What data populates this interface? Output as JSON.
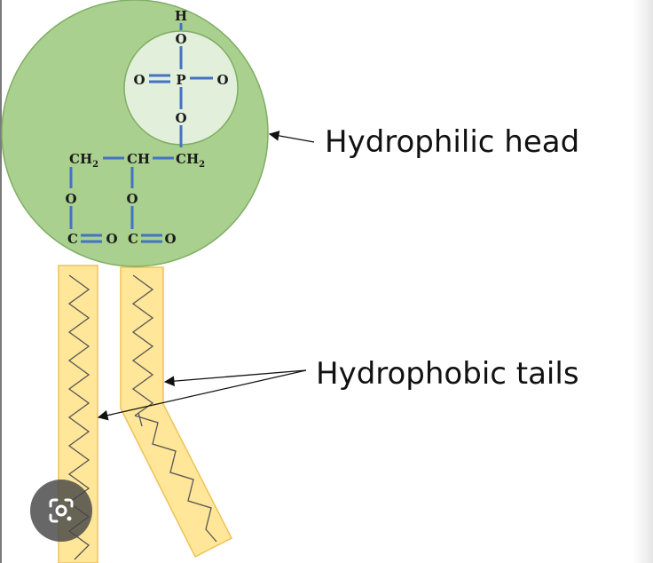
{
  "labels": {
    "head": "Hydrophilic head",
    "tails": "Hydrophobic tails"
  },
  "atoms": {
    "hydrogen": "H",
    "oxygen": "O",
    "phosphorus": "P",
    "carbon": "C",
    "ch": "CH",
    "ch2_base": "CH",
    "ch2_sub": "2"
  },
  "colors": {
    "head_circle": "#a9d08e",
    "phosphate_circle": "#e2efda",
    "tail_fill": "#ffe699",
    "tail_stroke": "#f0c255",
    "bond": "#4472c4"
  },
  "icons": {
    "lens": "google-lens-icon"
  }
}
